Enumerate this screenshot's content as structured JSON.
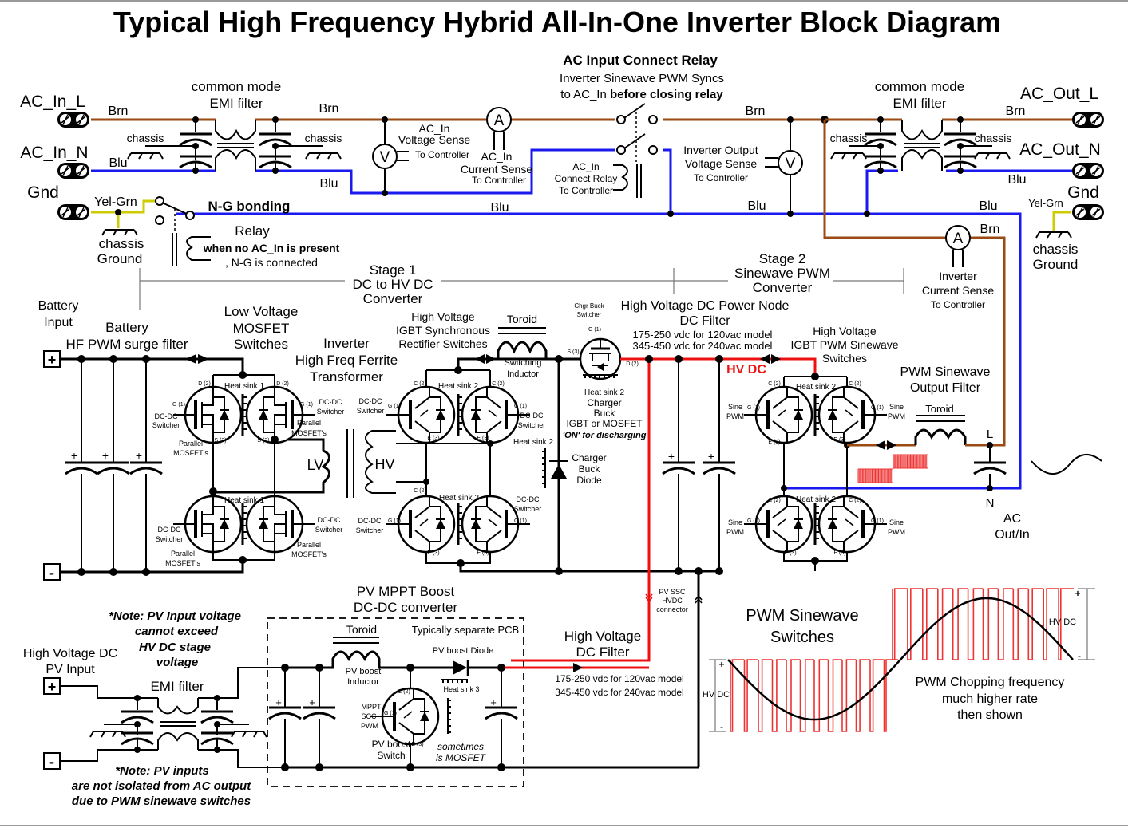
{
  "title": "Typical High Frequency Hybrid All-In-One Inverter Block Diagram",
  "colors": {
    "brown_wire": "#9a4a12",
    "blue_wire": "#1a1aee",
    "hv_dc_red": "#ee1111",
    "yellow_green_wire": "#cccc00",
    "pwm_wave": "#ee3333"
  },
  "terminals": {
    "ac_in_l": "AC_In_L",
    "ac_in_n": "AC_In_N",
    "gnd_in": "Gnd",
    "ac_out_l": "AC_Out_L",
    "ac_out_n": "AC_Out_N",
    "gnd_out": "Gnd",
    "plus": "+",
    "minus": "-"
  },
  "wires": {
    "brn": "Brn",
    "blu": "Blu",
    "yel_grn": "Yel-Grn"
  },
  "input_emi": {
    "title_line1": "common mode",
    "title_line2": "EMI filter",
    "chassis": "chassis",
    "chassis_ground_1": "chassis",
    "chassis_ground_2": "Ground"
  },
  "ng_bonding": {
    "label": "N-G bonding",
    "relay": "Relay",
    "note_bold": "when no AC_In is present",
    "note": ", N-G is connected"
  },
  "ac_input_relay": {
    "title": "AC Input Connect Relay",
    "line1": "Inverter Sinewave PWM Syncs",
    "line2_prefix": "to AC_In ",
    "line2_bold": "before closing relay",
    "coil_line1": "AC_In",
    "coil_line2": "Connect Relay",
    "coil_line3": "To Controller"
  },
  "sense": {
    "v_symbol": "V",
    "a_symbol": "A",
    "ac_in_voltage_1": "AC_In",
    "ac_in_voltage_2": "Voltage Sense",
    "ac_in_voltage_3": "To Controller",
    "ac_in_current_1": "AC_In",
    "ac_in_current_2": "Current Sense",
    "ac_in_current_3": "To Controller",
    "inv_out_voltage_1": "Inverter Output",
    "inv_out_voltage_2": "Voltage Sense",
    "inv_out_voltage_3": "To Controller",
    "inv_current_1": "Inverter",
    "inv_current_2": "Current Sense",
    "inv_current_3": "To Controller"
  },
  "output_emi": {
    "title_line1": "common mode",
    "title_line2": "EMI filter",
    "chassis": "chassis",
    "chassis_ground_1": "chassis",
    "chassis_ground_2": "Ground"
  },
  "stages": {
    "stage1_l1": "Stage 1",
    "stage1_l2": "DC to HV DC",
    "stage1_l3": "Converter",
    "stage2_l1": "Stage 2",
    "stage2_l2": "Sinewave PWM",
    "stage2_l3": "Converter"
  },
  "battery": {
    "input_l1": "Battery",
    "input_l2": "Input",
    "filter_l1": "Battery",
    "filter_l2": "HF PWM surge filter",
    "cap_plus": "+"
  },
  "lv_mosfet": {
    "title_l1": "Low Voltage",
    "title_l2": "MOSFET",
    "title_l3": "Switches",
    "heat_sink": "Heat sink 1",
    "d_pin": "D (2)",
    "g_pin": "G (1)",
    "s_pin": "S (3)",
    "switcher_l1": "DC-DC",
    "switcher_l2": "Switcher",
    "parallel_l1": "Parallel",
    "parallel_l2": "MOSFET's"
  },
  "transformer": {
    "title_l1": "Inverter",
    "title_l2": "High Freq Ferrite",
    "title_l3": "Transformer",
    "lv": "LV",
    "hv": "HV"
  },
  "hv_rectifier": {
    "title_l1": "High Voltage",
    "title_l2": "IGBT Synchronous",
    "title_l3": "Rectifier Switches",
    "heat_sink": "Heat sink 2",
    "c_pin": "C (2)",
    "g_pin": "G (1)",
    "e_pin": "E (3)",
    "switcher_l1": "DC-DC",
    "switcher_l2": "Switcher"
  },
  "switching_inductor": {
    "toroid": "Toroid",
    "label_l1": "Switching",
    "label_l2": "Inductor"
  },
  "charger_buck": {
    "switcher_l1": "Chgr Buck",
    "switcher_l2": "Switcher",
    "g_pin": "G (1)",
    "s_pin": "S (3)",
    "d_pin": "D (2)",
    "heat_sink": "Heat sink 2",
    "label_l1": "Charger",
    "label_l2": "Buck",
    "label_l3": "IGBT or MOSFET",
    "label_l4": "'ON' for discharging",
    "diode_heat_sink": "Heat sink 2",
    "diode_l1": "Charger",
    "diode_l2": "Buck",
    "diode_l3": "Diode"
  },
  "hv_dc_node": {
    "title_l1": "High Voltage DC Power Node",
    "title_l2": "DC Filter",
    "spec_120": "175-250 vdc for 120vac model",
    "spec_240": "345-450 vdc for 240vac model",
    "hv_dc": "HV DC"
  },
  "sine_switches": {
    "title_l1": "High Voltage",
    "title_l2": "IGBT PWM Sinewave",
    "title_l3": "Switches",
    "heat_sink": "Heat sink 2",
    "c_pin": "C (2)",
    "g_pin": "G (1)",
    "e_pin": "E (3)",
    "sine_l1": "Sine",
    "sine_l2": "PWM"
  },
  "output_filter": {
    "title_l1": "PWM Sinewave",
    "title_l2": "Output Filter",
    "toroid": "Toroid",
    "l": "L",
    "n": "N",
    "ac_l1": "AC",
    "ac_l2": "Out/In"
  },
  "pv": {
    "input_l1": "High Voltage DC",
    "input_l2": "PV Input",
    "emi": "EMI filter",
    "note1_l1": "*Note: PV Input voltage",
    "note1_l2": "cannot exceed",
    "note1_l3": "HV DC stage",
    "note1_l4": "voltage",
    "note2_l1": "*Note: PV inputs",
    "note2_l2": "are not isolated from AC output",
    "note2_l3": "due to PWM sinewave switches",
    "boost_title_l1": "PV MPPT Boost",
    "boost_title_l2": "DC-DC converter",
    "toroid": "Toroid",
    "separate_pcb": "Typically separate PCB",
    "inductor_l1": "PV boost",
    "inductor_l2": "Inductor",
    "diode": "PV boost Diode",
    "heat_sink": "Heat sink 3",
    "mppt_l1": "MPPT",
    "mppt_l2": "SCC",
    "mppt_l3": "PWM",
    "g_pin": "G (1)",
    "c_pin": "C (2)",
    "e_pin": "E (3)",
    "switch_l1": "PV boost",
    "switch_l2": "Switch",
    "mosfet_l1": "sometimes",
    "mosfet_l2": "is MOSFET",
    "hv_filter_l1": "High Voltage",
    "hv_filter_l2": "DC Filter",
    "spec_120": "175-250 vdc for 120vac model",
    "spec_240": "345-450 vdc for 240vac model",
    "connector_l1": "PV SSC",
    "connector_l2": "HVDC",
    "connector_l3": "connector"
  },
  "pwm_explainer": {
    "title_l1": "PWM Sinewave",
    "title_l2": "Switches",
    "hv_dc": "HV DC",
    "plus": "+",
    "minus": "-",
    "note_l1": "PWM Chopping frequency",
    "note_l2": "much higher rate",
    "note_l3": "then shown",
    "pulse_count_negative_half": 12,
    "pulse_count_positive_half": 12
  }
}
